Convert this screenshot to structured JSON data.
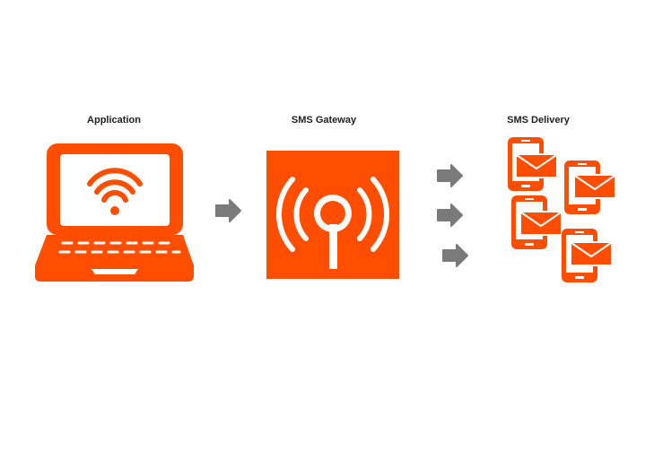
{
  "stages": {
    "application": {
      "label": "Application",
      "icon": "laptop-wifi-icon"
    },
    "gateway": {
      "label": "SMS Gateway",
      "icon": "signal-tower-icon"
    },
    "delivery": {
      "label": "SMS Delivery",
      "icon": "phone-envelope-icon",
      "phone_count": 4
    }
  },
  "arrows": {
    "app_to_gateway": 1,
    "gateway_to_delivery": 3
  },
  "colors": {
    "accent": "#FF4E00",
    "arrow": "#7A7A7A",
    "label": "#222222",
    "background": "#FFFFFF"
  }
}
